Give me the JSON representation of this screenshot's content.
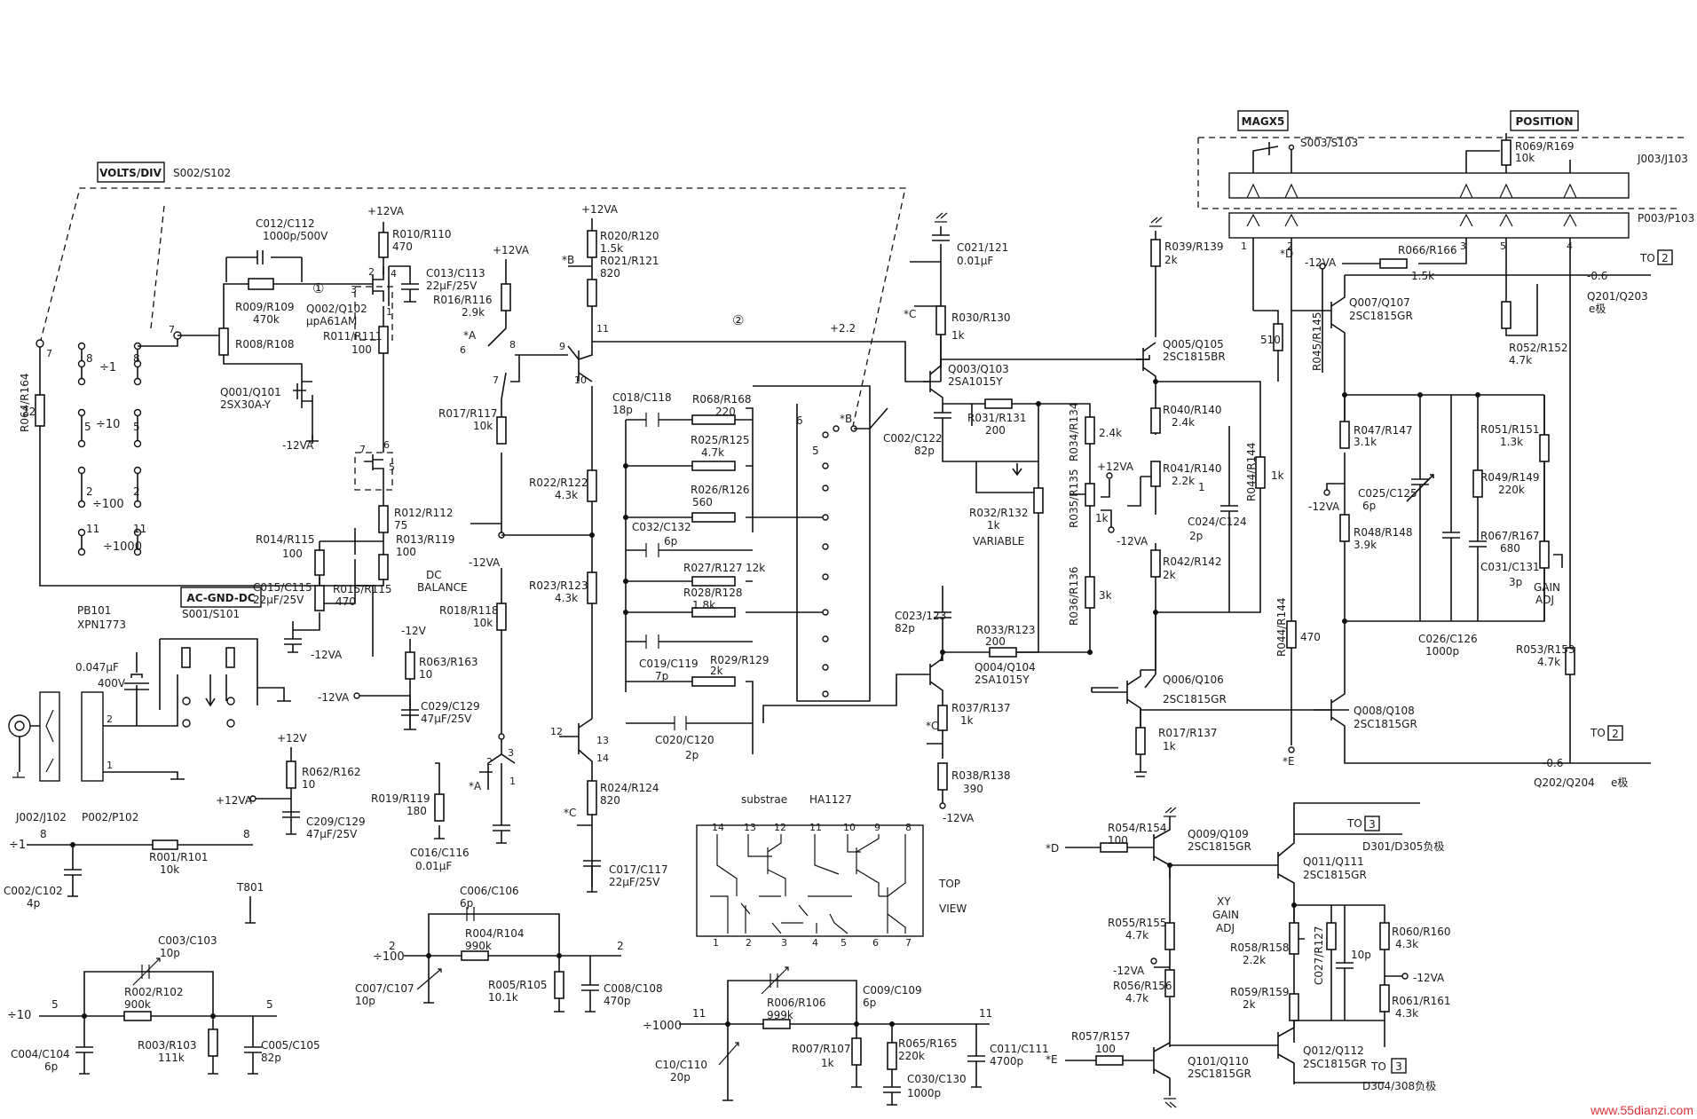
{
  "boxes": {
    "volts_div": "VOLTS/DIV",
    "ac_gnd_dc": "AC-GND-DC",
    "magx5": "MAGX5",
    "position": "POSITION",
    "to2_top": "2",
    "to2_bot": "2",
    "to3_top": "3",
    "to3_bot": "3"
  },
  "switches": {
    "s002": "S002/S102",
    "s001": "S001/S101",
    "s003": "S003/S103",
    "div1": "÷1",
    "div10": "÷10",
    "div100": "÷100",
    "div1000": "÷1000"
  },
  "connectors": {
    "pb101": "PB101",
    "xpn": "XPN1773",
    "j002": "J002/J102",
    "p002": "P002/P102",
    "j003": "J003/J103",
    "p003": "P003/P103",
    "t801": "T801"
  },
  "supplies": {
    "p12va": "+12VA",
    "m12va": "-12VA",
    "p12v": "+12V",
    "m12v": "-12V"
  },
  "labels": {
    "dc_balance_1": "DC",
    "dc_balance_2": "BALANCE",
    "variable": "VARIABLE",
    "gain_adj_1": "GAIN",
    "gain_adj_2": "ADJ",
    "xy_1": "XY",
    "xy_2": "GAIN",
    "xy_3": "ADJ",
    "substrate": "substrae",
    "ha1127": "HA1127",
    "top": "TOP",
    "view": "VIEW",
    "marker_a": "*A",
    "marker_b": "*B",
    "marker_c": "*C",
    "marker_d": "*D",
    "marker_e": "*E",
    "node1": "①",
    "node2": "②",
    "v22": "+2.2",
    "vm06_top": "-0.6",
    "vm06_bot": "-0.6",
    "to": "TO",
    "q201": "Q201/Q203",
    "q202": "Q202/Q204",
    "e_pole": "e极",
    "d301": "D301/D305负极",
    "d304": "D304/308负极"
  },
  "components": {
    "r064": "R064/R164",
    "r064v": "22",
    "c012": "C012/C112",
    "c012v": "1000p/500V",
    "r009": "R009/R109",
    "r009v": "470k",
    "r008": "R008/R108",
    "q001": "Q001/Q101",
    "q001v": "2SX30A-Y",
    "q002": "Q002/Q102",
    "q002v": "μpA61AM",
    "r010": "R010/R110",
    "r010v": "470",
    "c013": "C013/C113",
    "c013v": "22μF/25V",
    "r016": "R016/R116",
    "r016v": "2.9k",
    "r011": "R011/R111",
    "r011v": "100",
    "r012": "R012/R112",
    "r012v": "75",
    "r013": "R013/R119",
    "r013v": "100",
    "r014": "R014/R115",
    "r014v": "100",
    "r015": "R015/R115",
    "r015v": "470",
    "c015": "C015/C115",
    "c015v": "22μF/25V",
    "r017": "R017/R117",
    "r017v": "10k",
    "r018": "R018/R118",
    "r018v": "10k",
    "r063": "R063/R163",
    "r063v": "10",
    "c029": "C029/C129",
    "c029v": "47μF/25V",
    "r062": "R062/R162",
    "r062v": "10",
    "c209": "C209/C129",
    "c209v": "47μF/25V",
    "r019": "R019/R119",
    "r019v": "180",
    "c016": "C016/C116",
    "c016v": "0.01μF",
    "r020": "R020/R120",
    "r020v": "1.5k",
    "r021": "R021/R121",
    "r021v": "820",
    "r022": "R022/R122",
    "r022v": "4.3k",
    "r023": "R023/R123",
    "r023v": "4.3k",
    "r024": "R024/R124",
    "r024v": "820",
    "c017": "C017/C117",
    "c017v": "22μF/25V",
    "c018": "C018/C118",
    "c018v": "18p",
    "r068": "R068/R168",
    "r068v": "220",
    "r025": "R025/R125",
    "r025v": "4.7k",
    "r026": "R026/R126",
    "r026v": "560",
    "c032": "C032/C132",
    "c032v": "6p",
    "r027": "R027/R127",
    "r027v": "12k",
    "r028": "R028/R128",
    "r028v": "1.8k",
    "c019": "C019/C119",
    "c019v": "7p",
    "r029": "R029/R129",
    "r029v": "2k",
    "c020": "C020/C120",
    "c020v": "2p",
    "c047": "0.047μF",
    "c047v": "400V",
    "r001": "R001/R101",
    "r001v": "10k",
    "c002": "C002/C102",
    "c002v": "4p",
    "c003": "C003/C103",
    "c003v": "10p",
    "r002": "R002/R102",
    "r002v": "900k",
    "r003": "R003/R103",
    "r003v": "111k",
    "c004": "C004/C104",
    "c004v": "6p",
    "c005": "C005/C105",
    "c005v": "82p",
    "c006": "C006/C106",
    "c006v": "6p",
    "r004": "R004/R104",
    "r004v": "990k",
    "c007": "C007/C107",
    "c007v": "10p",
    "r005": "R005/R105",
    "r005v": "10.1k",
    "c008": "C008/C108",
    "c008v": "470p",
    "r006": "R006/R106",
    "r006v": "999k",
    "c009": "C009/C109",
    "c009v": "6p",
    "c010": "C10/C110",
    "c010v": "20p",
    "r007": "R007/R107",
    "r007v": "1k",
    "r065": "R065/R165",
    "r065v": "220k",
    "c030": "C030/C130",
    "c030v": "1000p",
    "c011": "C011/C111",
    "c011v": "4700p",
    "c021": "C021/121",
    "c021v": "0.01μF",
    "r030": "R030/R130",
    "r030v": "1k",
    "q003": "Q003/Q103",
    "q003v": "2SA1015Y",
    "r031": "R031/R131",
    "r031v": "200",
    "c022": "C002/C122",
    "c022v": "82p",
    "r032": "R032/R132",
    "r032v": "1k",
    "r034": "R034/R134",
    "r034v": "2.4k",
    "r035": "R035/R135",
    "r035v": "1k",
    "r036": "R036/R136",
    "r036v": "3k",
    "c023": "C023/123",
    "c023v": "82p",
    "r033": "R033/R123",
    "r033v": "200",
    "q004": "Q004/Q104",
    "q004v": "2SA1015Y",
    "r037": "R037/R137",
    "r037v": "1k",
    "r038": "R038/R138",
    "r038v": "390",
    "r039": "R039/R139",
    "r039v": "2k",
    "q005": "Q005/Q105",
    "q005v": "2SC1815BR",
    "r040": "R040/R140",
    "r040v": "2.4k",
    "r041": "R041/R140",
    "r041v": "2.2k",
    "c024": "C024/C124",
    "c024v": "2p",
    "r042": "R042/R142",
    "r042v": "2k",
    "r044": "R044/R144",
    "r044v": "1k",
    "q006": "Q006/Q106",
    "q006v": "2SC1815GR",
    "r017b": "R017/R137",
    "r017bv": "1k",
    "r066": "R066/R166",
    "r066v": "1.5k",
    "r045": "R045/R145",
    "r045v": "510",
    "q007": "Q007/Q107",
    "q007v": "2SC1815GR",
    "r052": "R052/R152",
    "r052v": "4.7k",
    "r047": "R047/R147",
    "r047v": "3.1k",
    "c025": "C025/C125",
    "c025v": "6p",
    "r048": "R048/R148",
    "r048v": "3.9k",
    "r051": "R051/R151",
    "r051v": "1.3k",
    "r049": "R049/R149",
    "r049v": "220k",
    "r067": "R067/R167",
    "r067v": "680",
    "c031": "C031/C131",
    "c031v": "3p",
    "c026": "C026/C126",
    "c026v": "1000p",
    "r044b": "R044/R144",
    "r044bv": "470",
    "r053": "R053/R153",
    "r053v": "4.7k",
    "q008": "Q008/Q108",
    "q008v": "2SC1815GR",
    "r069": "R069/R169",
    "r069v": "10k",
    "r054": "R054/R154",
    "r054v": "100",
    "q009": "Q009/Q109",
    "q009v": "2SC1815GR",
    "q011": "Q011/Q111",
    "q011v": "2SC1815GR",
    "r055": "R055/R155",
    "r055v": "4.7k",
    "r056": "R056/R156",
    "r056v": "4.7k",
    "r058": "R058/R158",
    "r058v": "2.2k",
    "c027": "C027/R127",
    "c027v": "10p",
    "r059": "R059/R159",
    "r059v": "2k",
    "r060": "R060/R160",
    "r060v": "4.3k",
    "r061": "R061/R161",
    "r061v": "4.3k",
    "r057": "R057/R157",
    "r057v": "100",
    "q101": "Q101/Q110",
    "q101v": "2SC1815GR",
    "q012": "Q012/Q112",
    "q012v": "2SC1815GR"
  },
  "pins": {
    "p1": "1",
    "p2": "2",
    "p3": "3",
    "p4": "4",
    "p5": "5",
    "p6": "6",
    "p7": "7",
    "p8": "8",
    "p9": "9",
    "p10": "10",
    "p11": "11",
    "p12": "12",
    "p13": "13",
    "p14": "14"
  },
  "watermark": "www.55dianzi.com"
}
